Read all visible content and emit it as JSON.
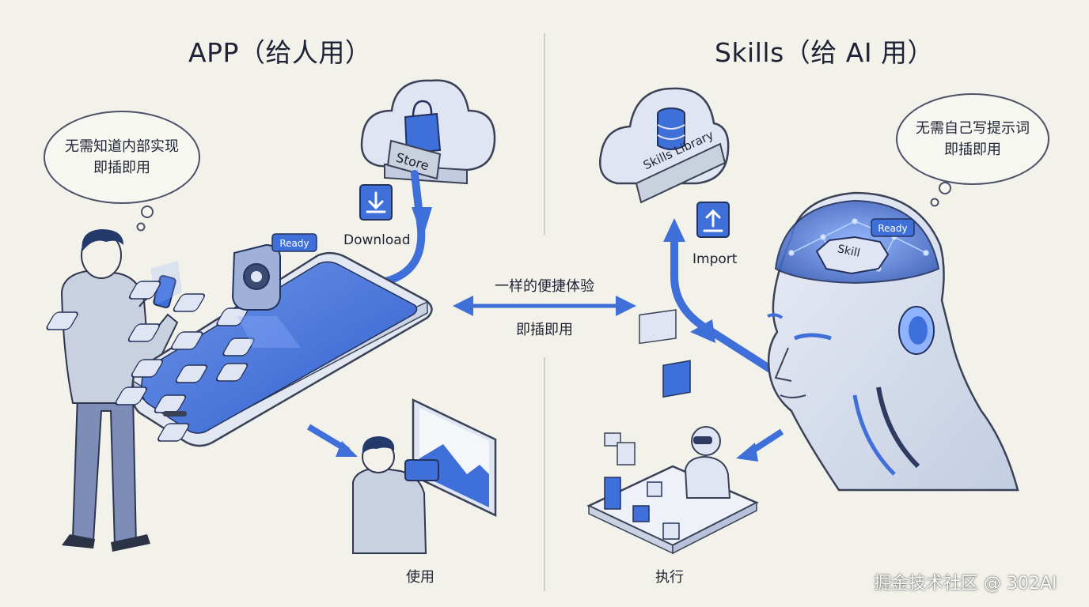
{
  "left": {
    "title": "APP（给人用）",
    "thought_line1": "无需知道内部实现",
    "thought_line2": "即插即用",
    "store_label": "Store",
    "download_label": "Download",
    "ready_badge": "Ready",
    "use_label": "使用"
  },
  "center": {
    "top_label": "一样的便捷体验",
    "bottom_label": "即插即用"
  },
  "right": {
    "title": "Skills（给 AI 用）",
    "thought_line1": "无需自己写提示词",
    "thought_line2": "即插即用",
    "library_label": "Skills Library",
    "import_label": "Import",
    "ready_badge": "Ready",
    "skill_label": "Skill",
    "execute_label": "执行"
  },
  "watermark": "掘金技术社区 @ 302AI",
  "colors": {
    "accent_blue": "#3f6fd8",
    "outline": "#3a4258",
    "fill_light": "#dfe5f2",
    "background": "#f3f2ea"
  }
}
